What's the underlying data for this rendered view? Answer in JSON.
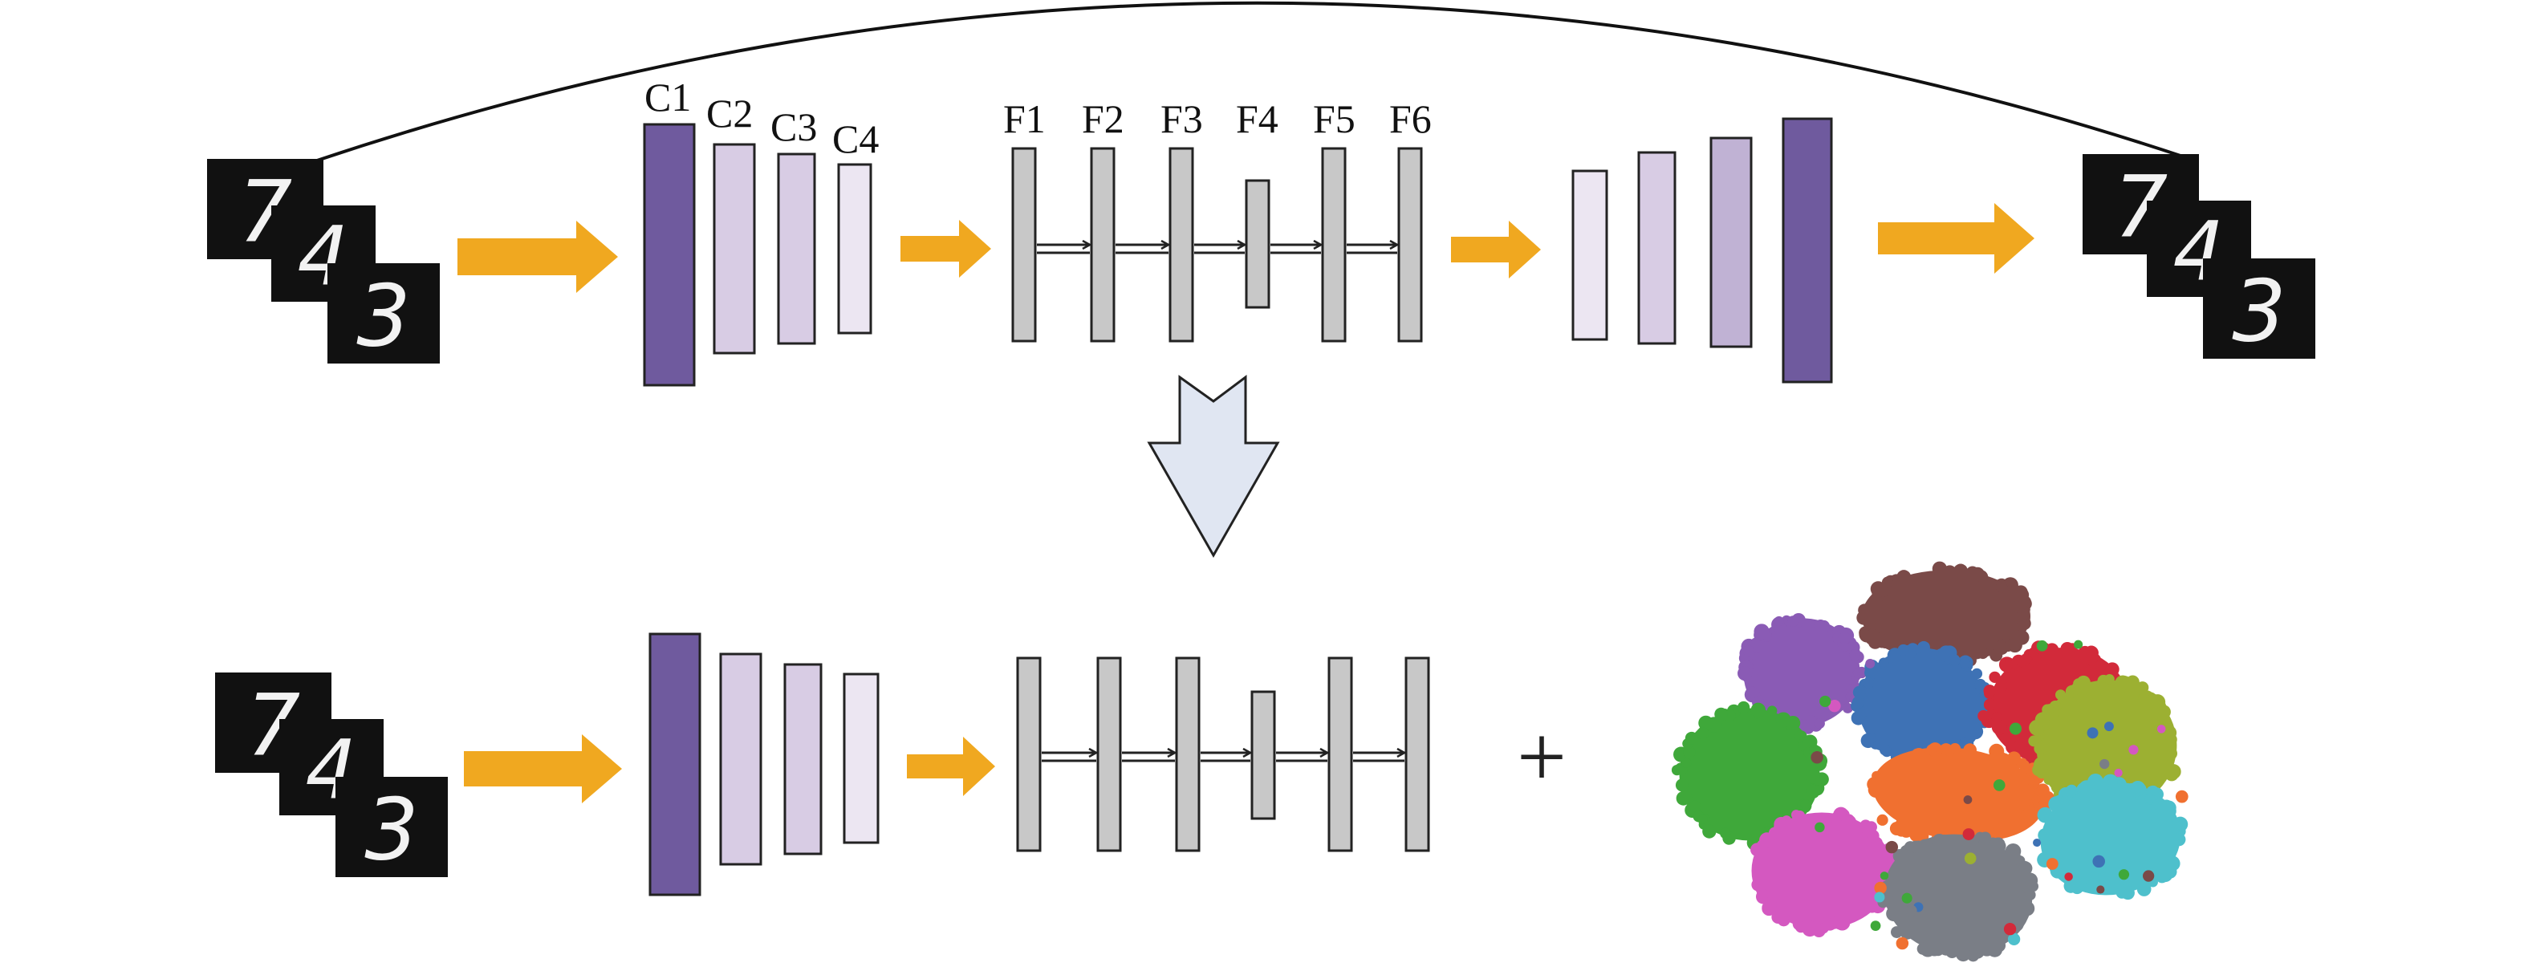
{
  "labels": {
    "conv": [
      "C1",
      "C2",
      "C3",
      "C4"
    ],
    "fc": [
      "F1",
      "F2",
      "F3",
      "F4",
      "F5",
      "F6"
    ],
    "plus": "+"
  },
  "digits": [
    "7",
    "4",
    "3"
  ],
  "colors": {
    "conv_dark": "#6f5a9e",
    "conv_mid": "#d8cce4",
    "conv_light": "#ece6f2",
    "decoder_mid": "#c0b2d4",
    "fc_block": "#c8c8c8",
    "flow_arrow": "#f0a820",
    "down_arrow": "#e0e6f2",
    "digit_bg": "#111111"
  },
  "clusters": [
    {
      "name": "purple",
      "color": "#8a5bb5"
    },
    {
      "name": "brown",
      "color": "#7a4a48"
    },
    {
      "name": "blue",
      "color": "#3e72b5"
    },
    {
      "name": "red",
      "color": "#d22a3a"
    },
    {
      "name": "green",
      "color": "#3fa83a"
    },
    {
      "name": "orange",
      "color": "#f07030"
    },
    {
      "name": "olive",
      "color": "#9cb032"
    },
    {
      "name": "magenta",
      "color": "#d458c0"
    },
    {
      "name": "gray",
      "color": "#7a7e86"
    },
    {
      "name": "cyan",
      "color": "#4ec0cc"
    }
  ]
}
